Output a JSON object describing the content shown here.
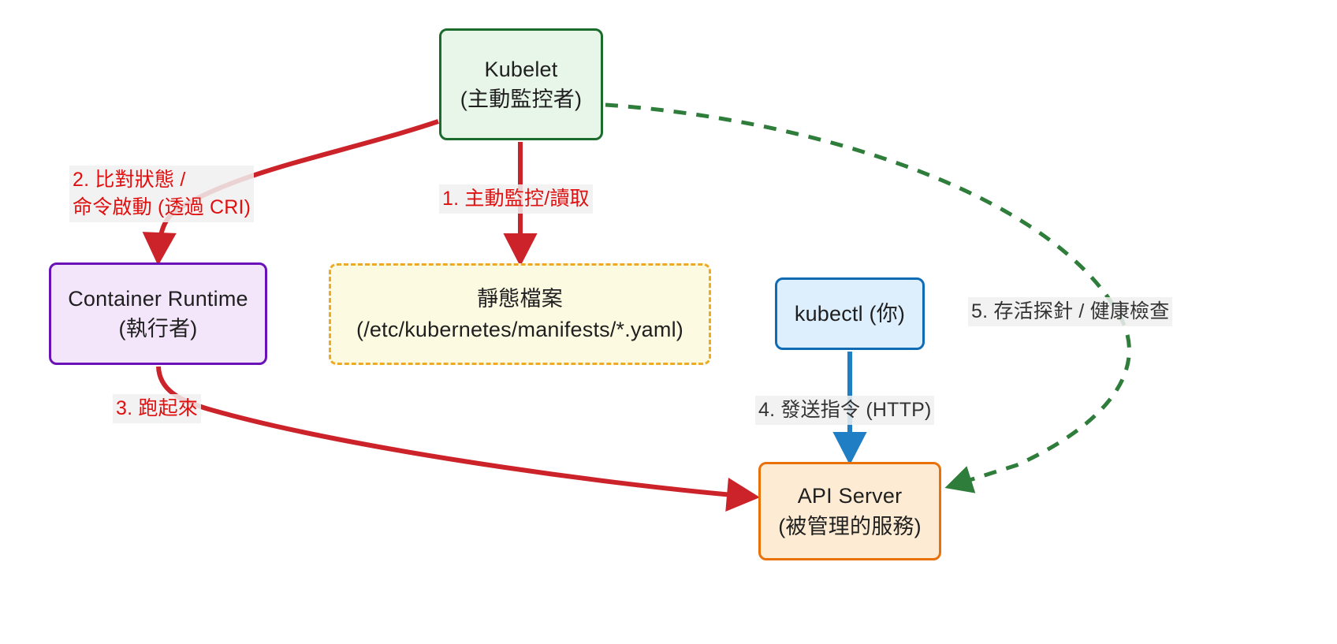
{
  "diagram": {
    "title": "Kubelet static pod and API Server interaction flow",
    "colors": {
      "kubelet_border": "#1b6b2c",
      "kubelet_fill": "#e8f5e9",
      "runtime_border": "#6a12b8",
      "runtime_fill": "#f3e5fa",
      "static_border": "#eeaa22",
      "static_fill": "#fdfae2",
      "kubectl_border": "#0f6cb4",
      "kubectl_fill": "#ddeefc",
      "api_border": "#e8710a",
      "api_fill": "#fdebd3",
      "red_edge": "#cc2229",
      "green_edge": "#2f7d3a",
      "blue_edge": "#1f7ec4",
      "label_red": "#e01010",
      "label_dark": "#333333"
    },
    "nodes": [
      {
        "id": "kubelet",
        "line1": "Kubelet",
        "line2": "(主動監控者)"
      },
      {
        "id": "container-runtime",
        "line1": "Container Runtime",
        "line2": "(執行者)"
      },
      {
        "id": "static-files",
        "line1": "靜態檔案",
        "line2": "(/etc/kubernetes/manifests/*.yaml)"
      },
      {
        "id": "kubectl",
        "line1": "kubectl (你)",
        "line2": ""
      },
      {
        "id": "api-server",
        "line1": "API Server",
        "line2": "(被管理的服務)"
      }
    ],
    "edge_labels": {
      "step1": "1. 主動監控/讀取",
      "step2_line1": "2. 比對狀態 /",
      "step2_line2": "命令啟動 (透過 CRI)",
      "step3": "3. 跑起來",
      "step4": "4. 發送指令 (HTTP)",
      "step5": "5. 存活探針 / 健康檢查"
    }
  }
}
